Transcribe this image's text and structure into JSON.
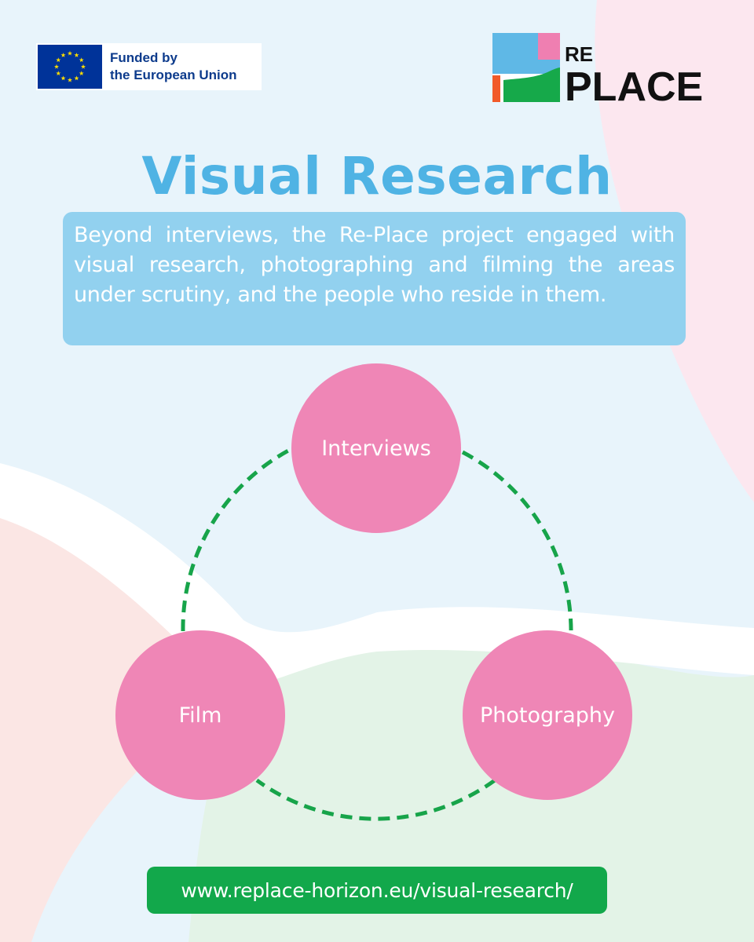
{
  "header": {
    "funding_line1": "Funded by",
    "funding_line2": "the European Union",
    "logo_text_top": "RE",
    "logo_text_bottom": "PLACE"
  },
  "title": "Visual Research",
  "intro": "Beyond interviews, the Re-Place project engaged with visual research, photographing and filming the areas under scrutiny, and the people who reside in them.",
  "diagram": {
    "nodes": [
      {
        "id": "interviews",
        "label": "Interviews"
      },
      {
        "id": "film",
        "label": "Film"
      },
      {
        "id": "photography",
        "label": "Photography"
      }
    ],
    "edges": [
      {
        "from": "interviews",
        "to": "photography",
        "style": "dashed"
      },
      {
        "from": "photography",
        "to": "film",
        "style": "dashed"
      },
      {
        "from": "film",
        "to": "interviews",
        "style": "dashed"
      }
    ]
  },
  "footer": {
    "url": "www.replace-horizon.eu/visual-research/"
  },
  "colors": {
    "title": "#4fb3e4",
    "intro_box": "#92d1ef",
    "node_fill": "#ef86b6",
    "edge": "#17a44a",
    "url_box": "#12a84b",
    "eu_blue": "#003399",
    "eu_star": "#ffdd00",
    "logo_blue": "#5fb8e6",
    "logo_pink": "#ef7fb1",
    "logo_green": "#16a94a",
    "logo_orange": "#f15a29"
  }
}
